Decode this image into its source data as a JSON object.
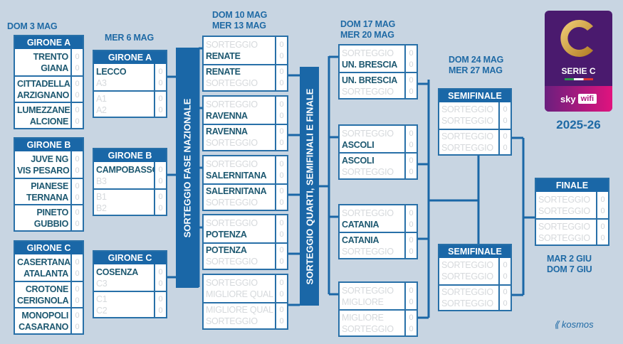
{
  "rounds": {
    "r1": {
      "date": "DOM 3 MAG",
      "groups": [
        {
          "title": "GIRONE A",
          "matches": [
            [
              {
                "name": "TRENTO",
                "score": "0"
              },
              {
                "name": "GIANA",
                "score": "0"
              }
            ],
            [
              {
                "name": "CITTADELLA",
                "score": "0"
              },
              {
                "name": "ARZIGNANO",
                "score": "0"
              }
            ],
            [
              {
                "name": "LUMEZZANE",
                "score": "0"
              },
              {
                "name": "ALCIONE",
                "score": "0"
              }
            ]
          ]
        },
        {
          "title": "GIRONE B",
          "matches": [
            [
              {
                "name": "JUVE NG",
                "score": "0"
              },
              {
                "name": "VIS PESARO",
                "score": "0"
              }
            ],
            [
              {
                "name": "PIANESE",
                "score": "0"
              },
              {
                "name": "TERNANA",
                "score": "0"
              }
            ],
            [
              {
                "name": "PINETO",
                "score": "0"
              },
              {
                "name": "GUBBIO",
                "score": "0"
              }
            ]
          ]
        },
        {
          "title": "GIRONE C",
          "matches": [
            [
              {
                "name": "CASERTANA",
                "score": "0"
              },
              {
                "name": "ATALANTA",
                "score": "0"
              }
            ],
            [
              {
                "name": "CROTONE",
                "score": "0"
              },
              {
                "name": "CERIGNOLA",
                "score": "0"
              }
            ],
            [
              {
                "name": "MONOPOLI",
                "score": "0"
              },
              {
                "name": "CASARANO",
                "score": "0"
              }
            ]
          ]
        }
      ]
    },
    "r2": {
      "date": "MER 6 MAG",
      "groups": [
        {
          "title": "GIRONE A",
          "matches": [
            [
              {
                "name": "LECCO",
                "score": "0"
              },
              {
                "name": "A3",
                "score": "0",
                "muted": true
              }
            ],
            [
              {
                "name": "A1",
                "score": "0",
                "muted": true
              },
              {
                "name": "A2",
                "score": "0",
                "muted": true
              }
            ]
          ]
        },
        {
          "title": "GIRONE B",
          "matches": [
            [
              {
                "name": "CAMPOBASSO",
                "score": "0"
              },
              {
                "name": "B3",
                "score": "0",
                "muted": true
              }
            ],
            [
              {
                "name": "B1",
                "score": "0",
                "muted": true
              },
              {
                "name": "B2",
                "score": "0",
                "muted": true
              }
            ]
          ]
        },
        {
          "title": "GIRONE C",
          "matches": [
            [
              {
                "name": "COSENZA",
                "score": "0"
              },
              {
                "name": "C3",
                "score": "0",
                "muted": true
              }
            ],
            [
              {
                "name": "C1",
                "score": "0",
                "muted": true
              },
              {
                "name": "C2",
                "score": "0",
                "muted": true
              }
            ]
          ]
        }
      ]
    },
    "r3": {
      "date": [
        "DOM 10 MAG",
        "MER 13 MAG"
      ],
      "groups": [
        {
          "matches": [
            [
              {
                "name": "SORTEGGIO",
                "score": "0",
                "muted": true
              },
              {
                "name": "RENATE",
                "score": "0"
              }
            ],
            [
              {
                "name": "RENATE",
                "score": "0"
              },
              {
                "name": "SORTEGGIO",
                "score": "0",
                "muted": true
              }
            ]
          ]
        },
        {
          "matches": [
            [
              {
                "name": "SORTEGGIO",
                "score": "0",
                "muted": true
              },
              {
                "name": "RAVENNA",
                "score": "0"
              }
            ],
            [
              {
                "name": "RAVENNA",
                "score": "0"
              },
              {
                "name": "SORTEGGIO",
                "score": "0",
                "muted": true
              }
            ]
          ]
        },
        {
          "matches": [
            [
              {
                "name": "SORTEGGIO",
                "score": "0",
                "muted": true
              },
              {
                "name": "SALERNITANA",
                "score": "0"
              }
            ],
            [
              {
                "name": "SALERNITANA",
                "score": "0"
              },
              {
                "name": "SORTEGGIO",
                "score": "0",
                "muted": true
              }
            ]
          ]
        },
        {
          "matches": [
            [
              {
                "name": "SORTEGGIO",
                "score": "0",
                "muted": true
              },
              {
                "name": "POTENZA",
                "score": "0"
              }
            ],
            [
              {
                "name": "POTENZA",
                "score": "0"
              },
              {
                "name": "SORTEGGIO",
                "score": "0",
                "muted": true
              }
            ]
          ]
        },
        {
          "matches": [
            [
              {
                "name": "SORTEGGIO",
                "score": "0",
                "muted": true
              },
              {
                "name": "MIGLIORE QUAL",
                "score": "0",
                "muted": true
              }
            ],
            [
              {
                "name": "MIGLIORE QUAL",
                "score": "0",
                "muted": true
              },
              {
                "name": "SORTEGGIO",
                "score": "0",
                "muted": true
              }
            ]
          ]
        }
      ]
    },
    "r4": {
      "date": [
        "DOM 17 MAG",
        "MER 20 MAG"
      ],
      "groups": [
        {
          "matches": [
            [
              {
                "name": "SORTEGGIO",
                "score": "0",
                "muted": true
              },
              {
                "name": "UN. BRESCIA",
                "score": "0"
              }
            ],
            [
              {
                "name": "UN. BRESCIA",
                "score": "0"
              },
              {
                "name": "SORTEGGIO",
                "score": "0",
                "muted": true
              }
            ]
          ]
        },
        {
          "matches": [
            [
              {
                "name": "SORTEGGIO",
                "score": "0",
                "muted": true
              },
              {
                "name": "ASCOLI",
                "score": "0"
              }
            ],
            [
              {
                "name": "ASCOLI",
                "score": "0"
              },
              {
                "name": "SORTEGGIO",
                "score": "0",
                "muted": true
              }
            ]
          ]
        },
        {
          "matches": [
            [
              {
                "name": "SORTEGGIO",
                "score": "0",
                "muted": true
              },
              {
                "name": "CATANIA",
                "score": "0"
              }
            ],
            [
              {
                "name": "CATANIA",
                "score": "0"
              },
              {
                "name": "SORTEGGIO",
                "score": "0",
                "muted": true
              }
            ]
          ]
        },
        {
          "matches": [
            [
              {
                "name": "SORTEGGIO",
                "score": "0",
                "muted": true
              },
              {
                "name": "MIGLIORE",
                "score": "0",
                "muted": true
              }
            ],
            [
              {
                "name": "MIGLIORE",
                "score": "0",
                "muted": true
              },
              {
                "name": "SORTEGGIO",
                "score": "0",
                "muted": true
              }
            ]
          ]
        }
      ]
    },
    "sf": {
      "date": [
        "DOM 24 MAG",
        "MER 27 MAG"
      ],
      "groups": [
        {
          "title": "SEMIFINALE",
          "matches": [
            [
              {
                "name": "SORTEGGIO",
                "score": "0",
                "muted": true
              },
              {
                "name": "SORTEGGIO",
                "score": "0",
                "muted": true
              }
            ],
            [
              {
                "name": "SORTEGGIO",
                "score": "0",
                "muted": true
              },
              {
                "name": "SORTEGGIO",
                "score": "0",
                "muted": true
              }
            ]
          ]
        },
        {
          "title": "SEMIFINALE",
          "matches": [
            [
              {
                "name": "SORTEGGIO",
                "score": "0",
                "muted": true
              },
              {
                "name": "SORTEGGIO",
                "score": "0",
                "muted": true
              }
            ],
            [
              {
                "name": "SORTEGGIO",
                "score": "0",
                "muted": true
              },
              {
                "name": "SORTEGGIO",
                "score": "0",
                "muted": true
              }
            ]
          ]
        }
      ]
    },
    "final": {
      "date": [
        "MAR 2 GIU",
        "DOM 7 GIU"
      ],
      "groups": [
        {
          "title": "FINALE",
          "matches": [
            [
              {
                "name": "SORTEGGIO",
                "score": "0",
                "muted": true
              },
              {
                "name": "SORTEGGIO",
                "score": "0",
                "muted": true
              }
            ],
            [
              {
                "name": "SORTEGGIO",
                "score": "0",
                "muted": true
              },
              {
                "name": "SORTEGGIO",
                "score": "0",
                "muted": true
              }
            ]
          ]
        }
      ]
    }
  },
  "bars": {
    "national": "SORTEGGIO FASE NAZIONALE",
    "knockout": "SORTEGGIO QUARTI, SEMIFINALI E FINALE"
  },
  "logo": {
    "letter": "C",
    "name": "SERIE C",
    "sponsor": "sky",
    "sponsor2": "wifi"
  },
  "season": "2025-26",
  "credit": "kosmos",
  "colors": {
    "background": "#c8d5e2",
    "accent": "#1a67a7",
    "team_text": "#1d5870",
    "logo_purple": "#4a1a6e"
  }
}
